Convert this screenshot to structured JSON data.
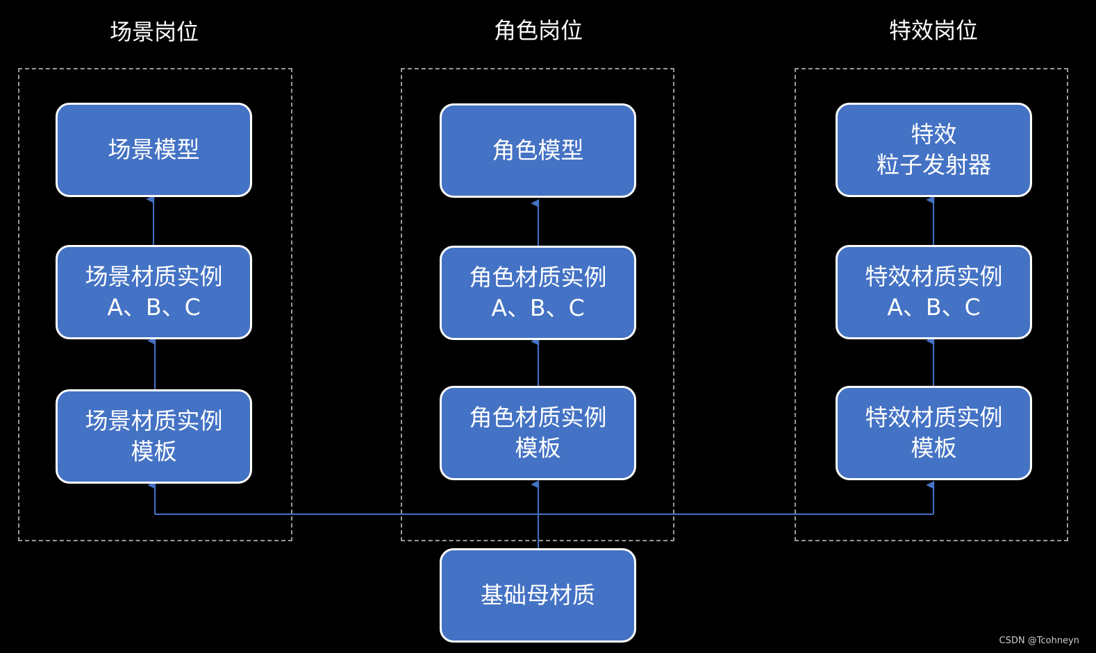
{
  "colors": {
    "background": "#000000",
    "box_fill": "#4472c4",
    "box_border": "#ffffff",
    "dashed_border": "#9a9a9a",
    "connector": "#4472c4",
    "text": "#ffffff"
  },
  "columns": [
    {
      "title": "场景岗位",
      "model": [
        "场景模型"
      ],
      "instance": [
        "场景材质实例",
        "A、B、C"
      ],
      "template": [
        "场景材质实例",
        "模板"
      ]
    },
    {
      "title": "角色岗位",
      "model": [
        "角色模型"
      ],
      "instance": [
        "角色材质实例",
        "A、B、C"
      ],
      "template": [
        "角色材质实例",
        "模板"
      ]
    },
    {
      "title": "特效岗位",
      "model": [
        "特效",
        "粒子发射器"
      ],
      "instance": [
        "特效材质实例",
        "A、B、C"
      ],
      "template": [
        "特效材质实例",
        "模板"
      ]
    }
  ],
  "base": {
    "label": "基础母材质"
  },
  "watermark": "CSDN @Tcohneyn"
}
